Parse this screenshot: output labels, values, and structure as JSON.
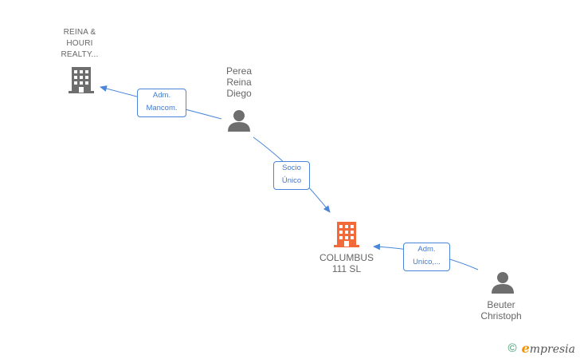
{
  "nodes": {
    "reina_houri": {
      "lines": [
        "REINA &",
        "HOURI",
        "REALTY..."
      ],
      "kind": "company",
      "color": "#6e6e6e"
    },
    "perea": {
      "lines": [
        "Perea",
        "Reina",
        "Diego"
      ],
      "kind": "person",
      "color": "#6e6e6e"
    },
    "columbus": {
      "lines": [
        "COLUMBUS",
        "111 SL"
      ],
      "kind": "company",
      "color": "#f26a3a"
    },
    "beuter": {
      "lines": [
        "Beuter",
        "Christoph"
      ],
      "kind": "person",
      "color": "#6e6e6e"
    }
  },
  "edges": {
    "perea_to_reina": {
      "lines": [
        "Adm.",
        "Mancom."
      ]
    },
    "perea_to_columbus": {
      "lines": [
        "Socio",
        "Único"
      ]
    },
    "beuter_to_columbus": {
      "lines": [
        "Adm.",
        "Unico,..."
      ]
    }
  },
  "colors": {
    "edge": "#4a86d9",
    "edge_text": "#3d7bd1",
    "icon_grey": "#6e6e6e",
    "icon_orange": "#f26a3a"
  },
  "footer": {
    "copyright_symbol": "©",
    "brand_first": "e",
    "brand_rest": "mpresia"
  }
}
